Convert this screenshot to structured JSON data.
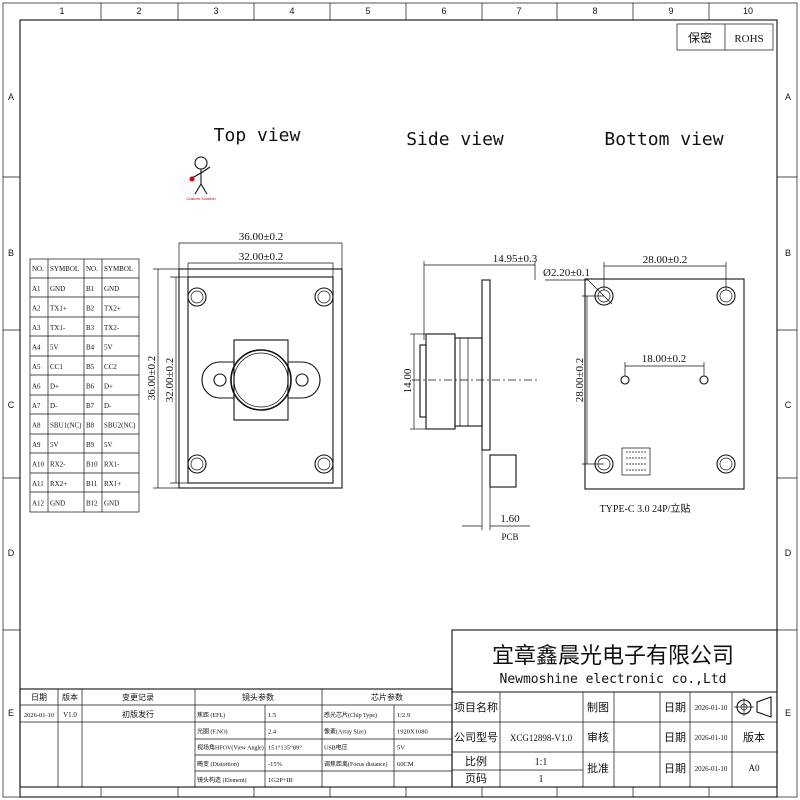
{
  "border": {
    "columns": [
      "1",
      "2",
      "3",
      "4",
      "5",
      "6",
      "7",
      "8",
      "9",
      "10"
    ],
    "rows": [
      "A",
      "B",
      "C",
      "D",
      "E"
    ]
  },
  "corner_box": {
    "secret": "保密",
    "rohs": "ROHS"
  },
  "views": {
    "top": "Top view",
    "side": "Side view",
    "bottom": "Bottom view"
  },
  "logo_text": "Custom Solution",
  "dimensions": {
    "top_width_outer": "36.00±0.2",
    "top_width_inner": "32.00±0.2",
    "top_height_outer": "36.00±0.2",
    "top_height_inner": "32.00±0.2",
    "side_depth": "14.95±0.3",
    "side_lens_dia": "14.00",
    "side_pcb": "1.60",
    "side_pcb_label": "PCB",
    "bottom_hole_pitch": "28.00±0.2",
    "bottom_hole_dia": "Ø2.20±0.1",
    "bottom_inner_pitch": "18.00±0.2",
    "bottom_vert_pitch": "28.00±0.2",
    "connector_note": "TYPE-C 3.0 24P/立贴"
  },
  "pin_table": {
    "headers": [
      "NO.",
      "SYMBOL",
      "NO.",
      "SYMBOL"
    ],
    "rows": [
      [
        "A1",
        "GND",
        "B1",
        "GND"
      ],
      [
        "A2",
        "TX1+",
        "B2",
        "TX2+"
      ],
      [
        "A3",
        "TX1-",
        "B3",
        "TX2-"
      ],
      [
        "A4",
        "5V",
        "B4",
        "5V"
      ],
      [
        "A5",
        "CC1",
        "B5",
        "CC2"
      ],
      [
        "A6",
        "D+",
        "B6",
        "D+"
      ],
      [
        "A7",
        "D-",
        "B7",
        "D-"
      ],
      [
        "A8",
        "SBU1(NC)",
        "B8",
        "SBU2(NC)"
      ],
      [
        "A9",
        "5V",
        "B9",
        "5V"
      ],
      [
        "A10",
        "RX2-",
        "B10",
        "RX1-"
      ],
      [
        "A11",
        "RX2+",
        "B11",
        "RX1+"
      ],
      [
        "A12",
        "GND",
        "B12",
        "GND"
      ]
    ]
  },
  "title_block": {
    "company_cn": "宜章鑫晨光电子有限公司",
    "company_en": "Newmoshine  electronic co.,Ltd",
    "project_name_label": "项目名称",
    "model_label": "公司型号",
    "model_value": "XCG12898-V1.0",
    "scale_label": "比例",
    "scale_value": "1:1",
    "page_label": "页码",
    "page_value": "1",
    "drawn_label": "制图",
    "check_label": "审核",
    "approve_label": "批准",
    "date_label": "日期",
    "date1": "2026-01-10",
    "date2": "2026-01-10",
    "date3": "2026-01-10",
    "version_label": "版本",
    "version_value": "A0"
  },
  "change_log": {
    "date_header": "日期",
    "version_header": "版本",
    "record_header": "变更记录",
    "date": "2026-01-10",
    "version": "V1.0",
    "record": "初版发行"
  },
  "lens_params": {
    "header": "镜头参数",
    "rows": [
      [
        "焦距 (EFL)",
        "1.5"
      ],
      [
        "光圈 (F.NO)",
        "2.4"
      ],
      [
        "视场角HFOV(View Angle)",
        "151°135°89°"
      ],
      [
        "畸变 (Distortion)",
        "-15%"
      ],
      [
        "镜头构造 (Element)",
        "1G2P+IR"
      ]
    ]
  },
  "chip_params": {
    "header": "芯片参数",
    "rows": [
      [
        "感光芯片(Chip Type)",
        "1/2.9"
      ],
      [
        "像素(Array Size)",
        "1920X1080"
      ],
      [
        "USB电压",
        "5V"
      ],
      [
        "调焦距离(Focus distance)",
        "60CM"
      ]
    ]
  }
}
